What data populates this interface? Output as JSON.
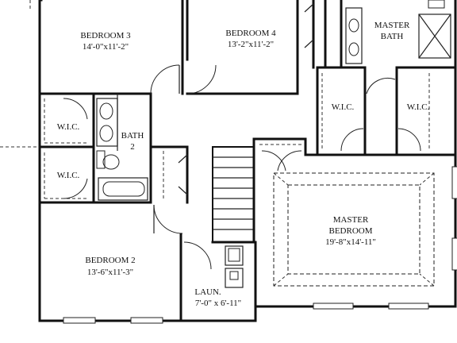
{
  "rooms": {
    "bedroom3": {
      "name": "BEDROOM 3",
      "dims": "14'-0\"x11'-2\""
    },
    "bedroom4": {
      "name": "BEDROOM 4",
      "dims": "13'-2\"x11'-2\""
    },
    "master_bath": {
      "line1": "MASTER",
      "line2": "BATH"
    },
    "wic_left_top": {
      "name": "W.I.C."
    },
    "wic_left_bottom": {
      "name": "W.I.C."
    },
    "bath2": {
      "line1": "BATH",
      "line2": "2"
    },
    "wic_master_left": {
      "name": "W.I.C."
    },
    "wic_master_right": {
      "name": "W.I.C."
    },
    "master_bedroom": {
      "line1": "MASTER",
      "line2": "BEDROOM",
      "dims": "19'-8\"x14'-11\""
    },
    "bedroom2": {
      "name": "BEDROOM 2",
      "dims": "13'-6\"x11'-3\""
    },
    "laundry": {
      "name": "LAUN.",
      "dims": "7'-0\" x 6'-11\""
    }
  }
}
